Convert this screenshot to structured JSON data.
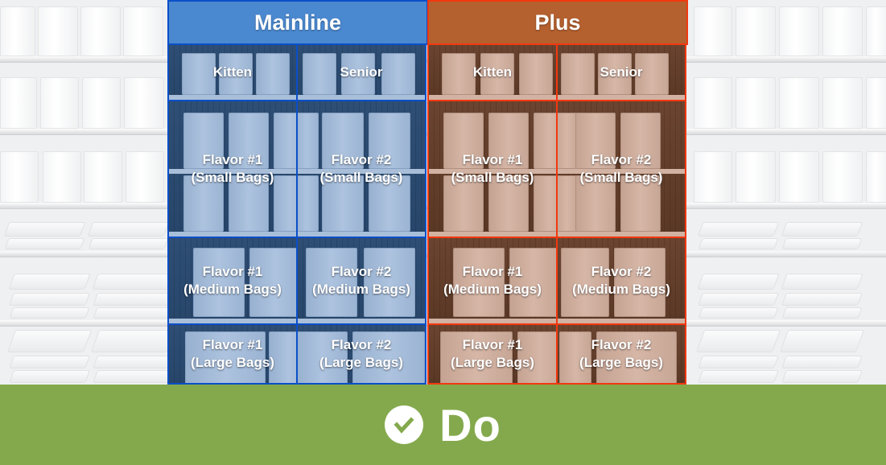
{
  "planogram": {
    "blocks": [
      {
        "name": "mainline",
        "title": "Mainline",
        "color": "#4a88cf",
        "border_color": "#0a4fc8",
        "rows": [
          [
            "Kitten",
            "Senior"
          ],
          [
            "Flavor #1\n(Small Bags)",
            "Flavor #2\n(Small Bags)"
          ],
          [
            "Flavor #1\n(Medium Bags)",
            "Flavor #2\n(Medium Bags)"
          ],
          [
            "Flavor #1\n(Large Bags)",
            "Flavor #2\n(Large Bags)"
          ]
        ]
      },
      {
        "name": "plus",
        "title": "Plus",
        "color": "#b5602f",
        "border_color": "#f2380f",
        "rows": [
          [
            "Kitten",
            "Senior"
          ],
          [
            "Flavor #1\n(Small Bags)",
            "Flavor #2\n(Small Bags)"
          ],
          [
            "Flavor #1\n(Medium Bags)",
            "Flavor #2\n(Medium Bags)"
          ],
          [
            "Flavor #1\n(Large Bags)",
            "Flavor #2\n(Large Bags)"
          ]
        ]
      }
    ]
  },
  "footer": {
    "icon": "check-circle-icon",
    "label": "Do",
    "color": "#84a94d"
  }
}
